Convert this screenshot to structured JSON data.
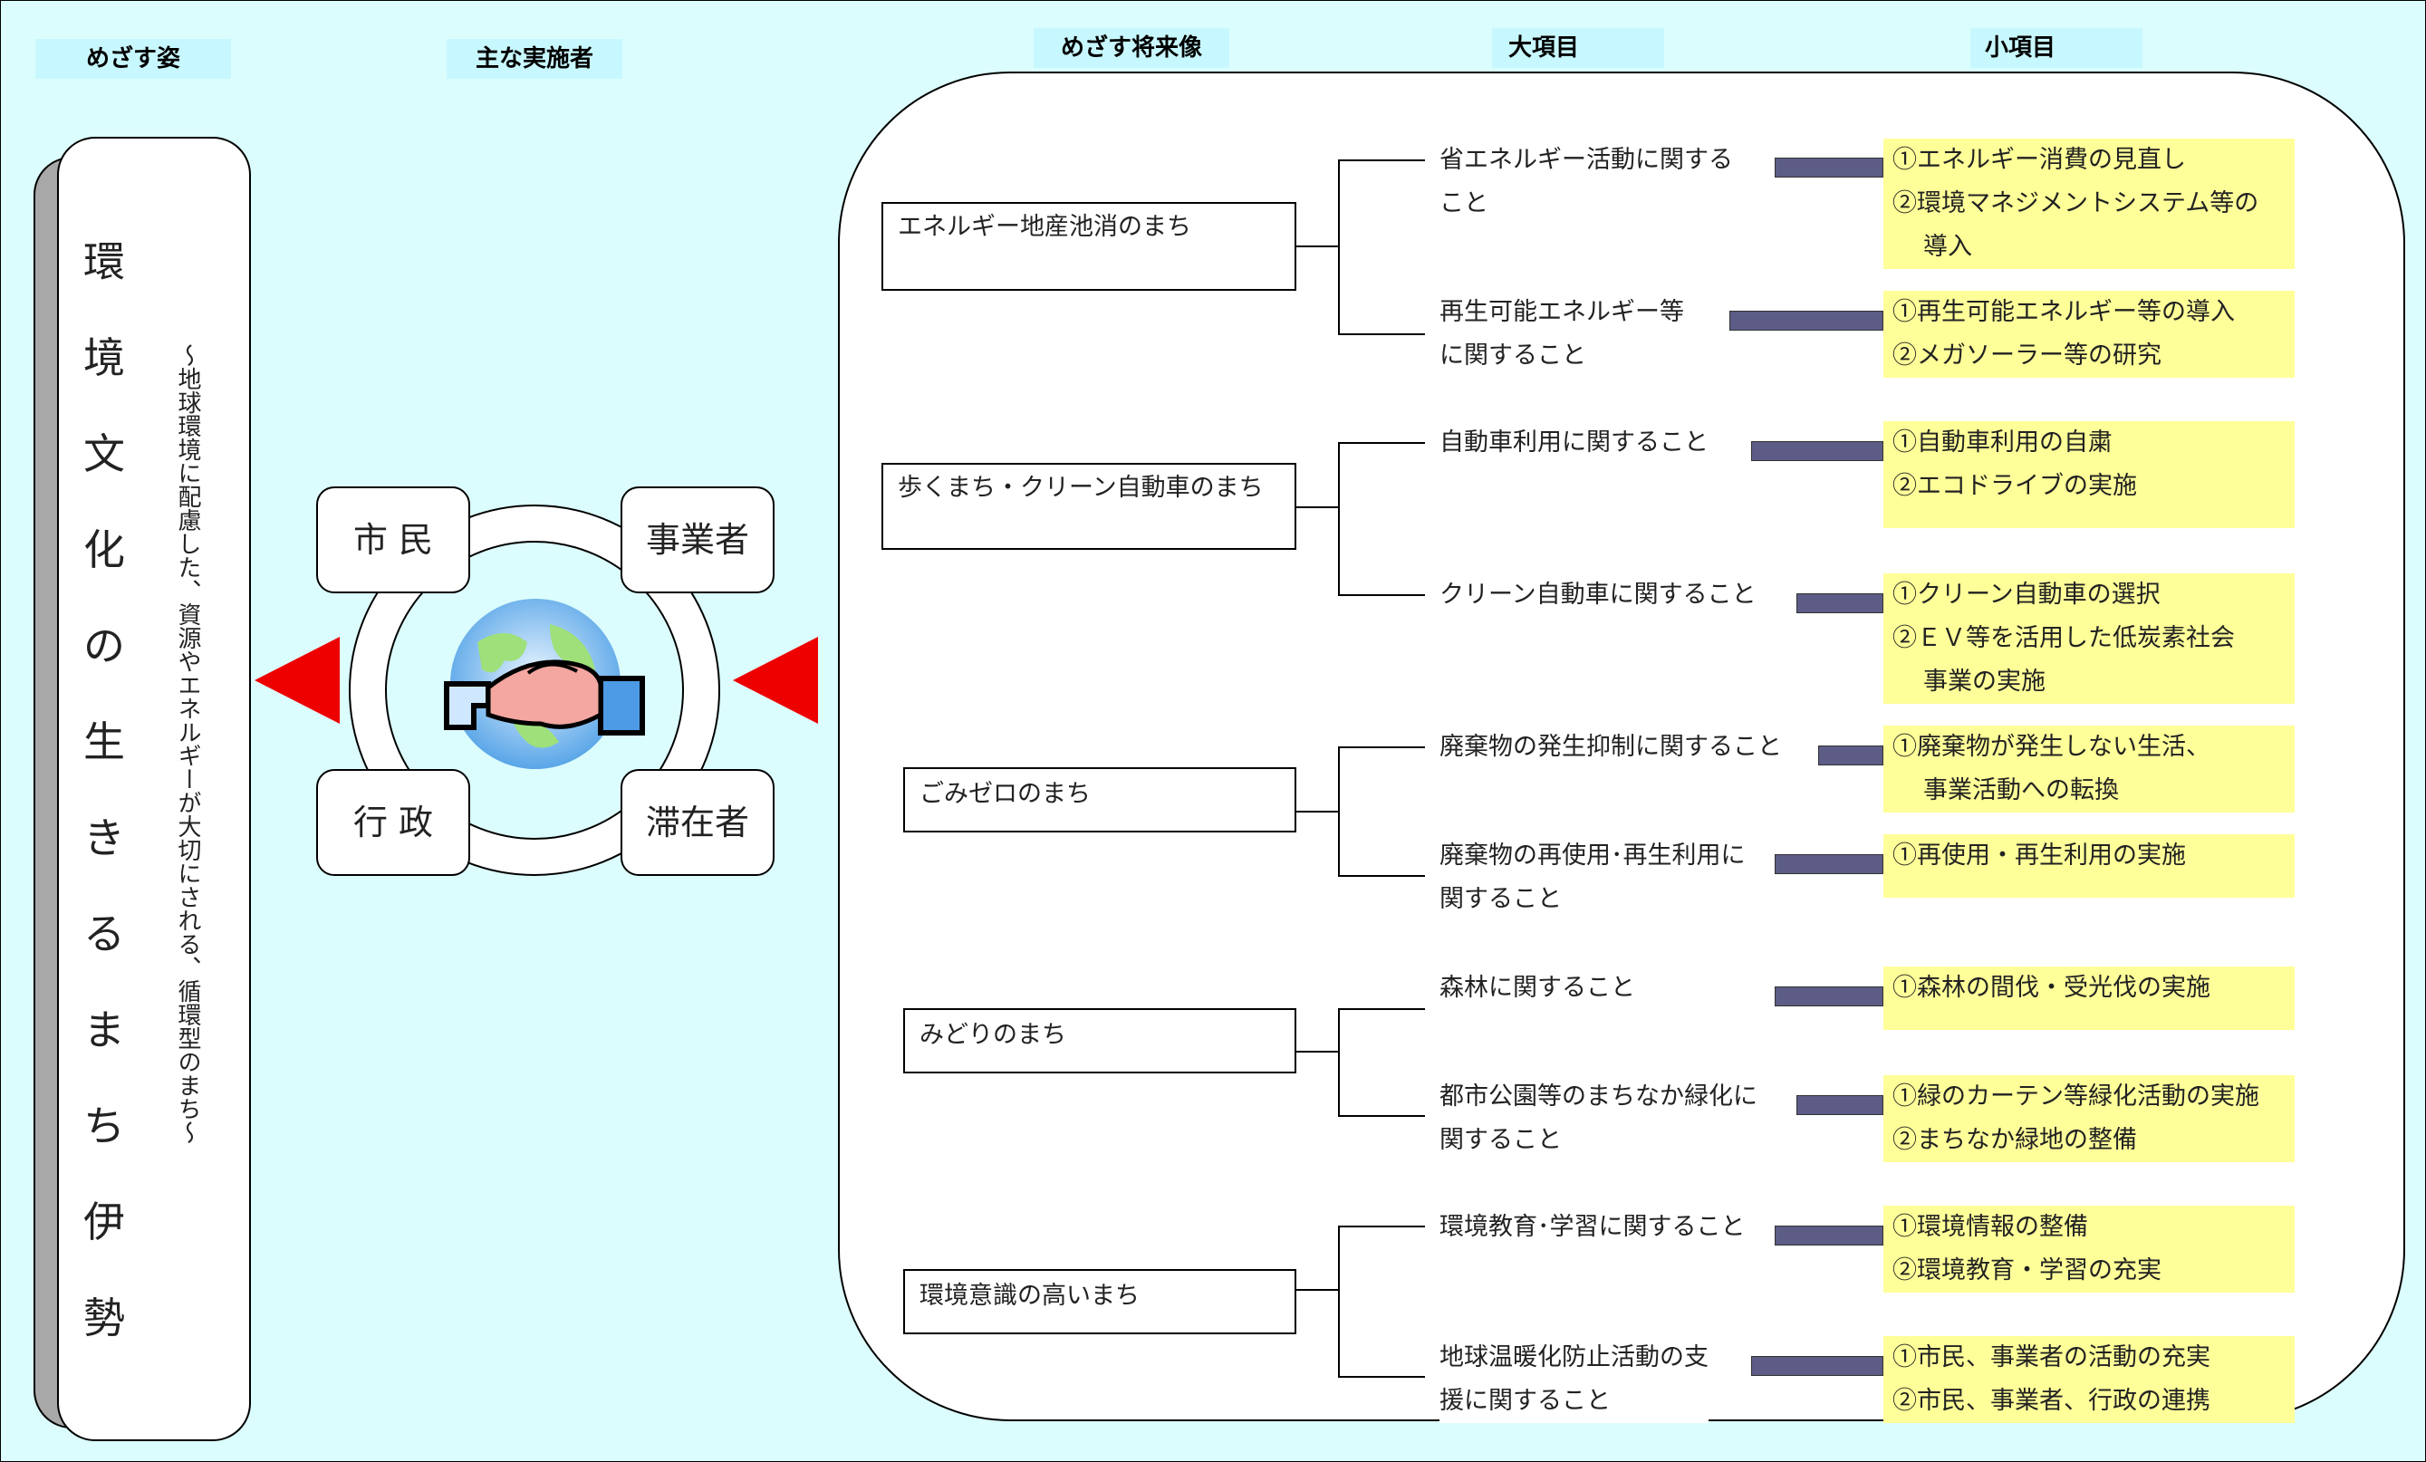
{
  "headers": {
    "goal": "めざす姿",
    "actors": "主な実施者",
    "vision": "めざす将来像",
    "major": "大項目",
    "minor": "小項目"
  },
  "main_title": [
    "環",
    "境",
    "文",
    "化",
    "の",
    "生",
    "き",
    "る",
    "ま",
    "ち",
    "伊",
    "勢"
  ],
  "subtitle": "～地球環境に配慮した、資源やエネルギーが大切にされる、循環型のまち～",
  "actors": {
    "citizens": "市 民",
    "business": "事業者",
    "government": "行 政",
    "visitors": "滞在者"
  },
  "colors": {
    "background": "#dcfdfd",
    "header": "#c8f8ff",
    "arrow": "#ee0000",
    "minor_box": "#ffff99",
    "bar": "#5c5c86"
  },
  "visions": [
    {
      "name": "エネルギー地産池消のまち",
      "majors": [
        {
          "text": [
            "省エネルギー活動に関する",
            "こと"
          ],
          "minors": [
            "①エネルギー消費の見直し",
            "②環境マネジメントシステム等の",
            "導入"
          ]
        },
        {
          "text": [
            "再生可能エネルギー等",
            "に関すること"
          ],
          "minors": [
            "①再生可能エネルギー等の導入",
            "②メガソーラー等の研究"
          ]
        }
      ]
    },
    {
      "name": "歩くまち・クリーン自動車のまち",
      "majors": [
        {
          "text": [
            "自動車利用に関すること"
          ],
          "minors": [
            "①自動車利用の自粛",
            "②エコドライブの実施"
          ]
        },
        {
          "text": [
            "クリーン自動車に関すること"
          ],
          "minors": [
            "①クリーン自動車の選択",
            "②ＥＶ等を活用した低炭素社会",
            "事業の実施"
          ]
        }
      ]
    },
    {
      "name": "ごみゼロのまち",
      "majors": [
        {
          "text": [
            "廃棄物の発生抑制に関すること"
          ],
          "minors": [
            "①廃棄物が発生しない生活、",
            "事業活動への転換"
          ]
        },
        {
          "text": [
            "廃棄物の再使用･再生利用に",
            "関すること"
          ],
          "minors": [
            "①再使用・再生利用の実施"
          ]
        }
      ]
    },
    {
      "name": "みどりのまち",
      "majors": [
        {
          "text": [
            "森林に関すること"
          ],
          "minors": [
            "①森林の間伐・受光伐の実施"
          ]
        },
        {
          "text": [
            "都市公園等のまちなか緑化に",
            "関すること"
          ],
          "minors": [
            "①緑のカーテン等緑化活動の実施",
            "②まちなか緑地の整備"
          ]
        }
      ]
    },
    {
      "name": "環境意識の高いまち",
      "majors": [
        {
          "text": [
            "環境教育･学習に関すること"
          ],
          "minors": [
            "①環境情報の整備",
            "②環境教育・学習の充実"
          ]
        },
        {
          "text": [
            "地球温暖化防止活動の支",
            "援に関すること"
          ],
          "minors": [
            "①市民、事業者の活動の充実",
            "②市民、事業者、行政の連携"
          ]
        }
      ]
    }
  ]
}
